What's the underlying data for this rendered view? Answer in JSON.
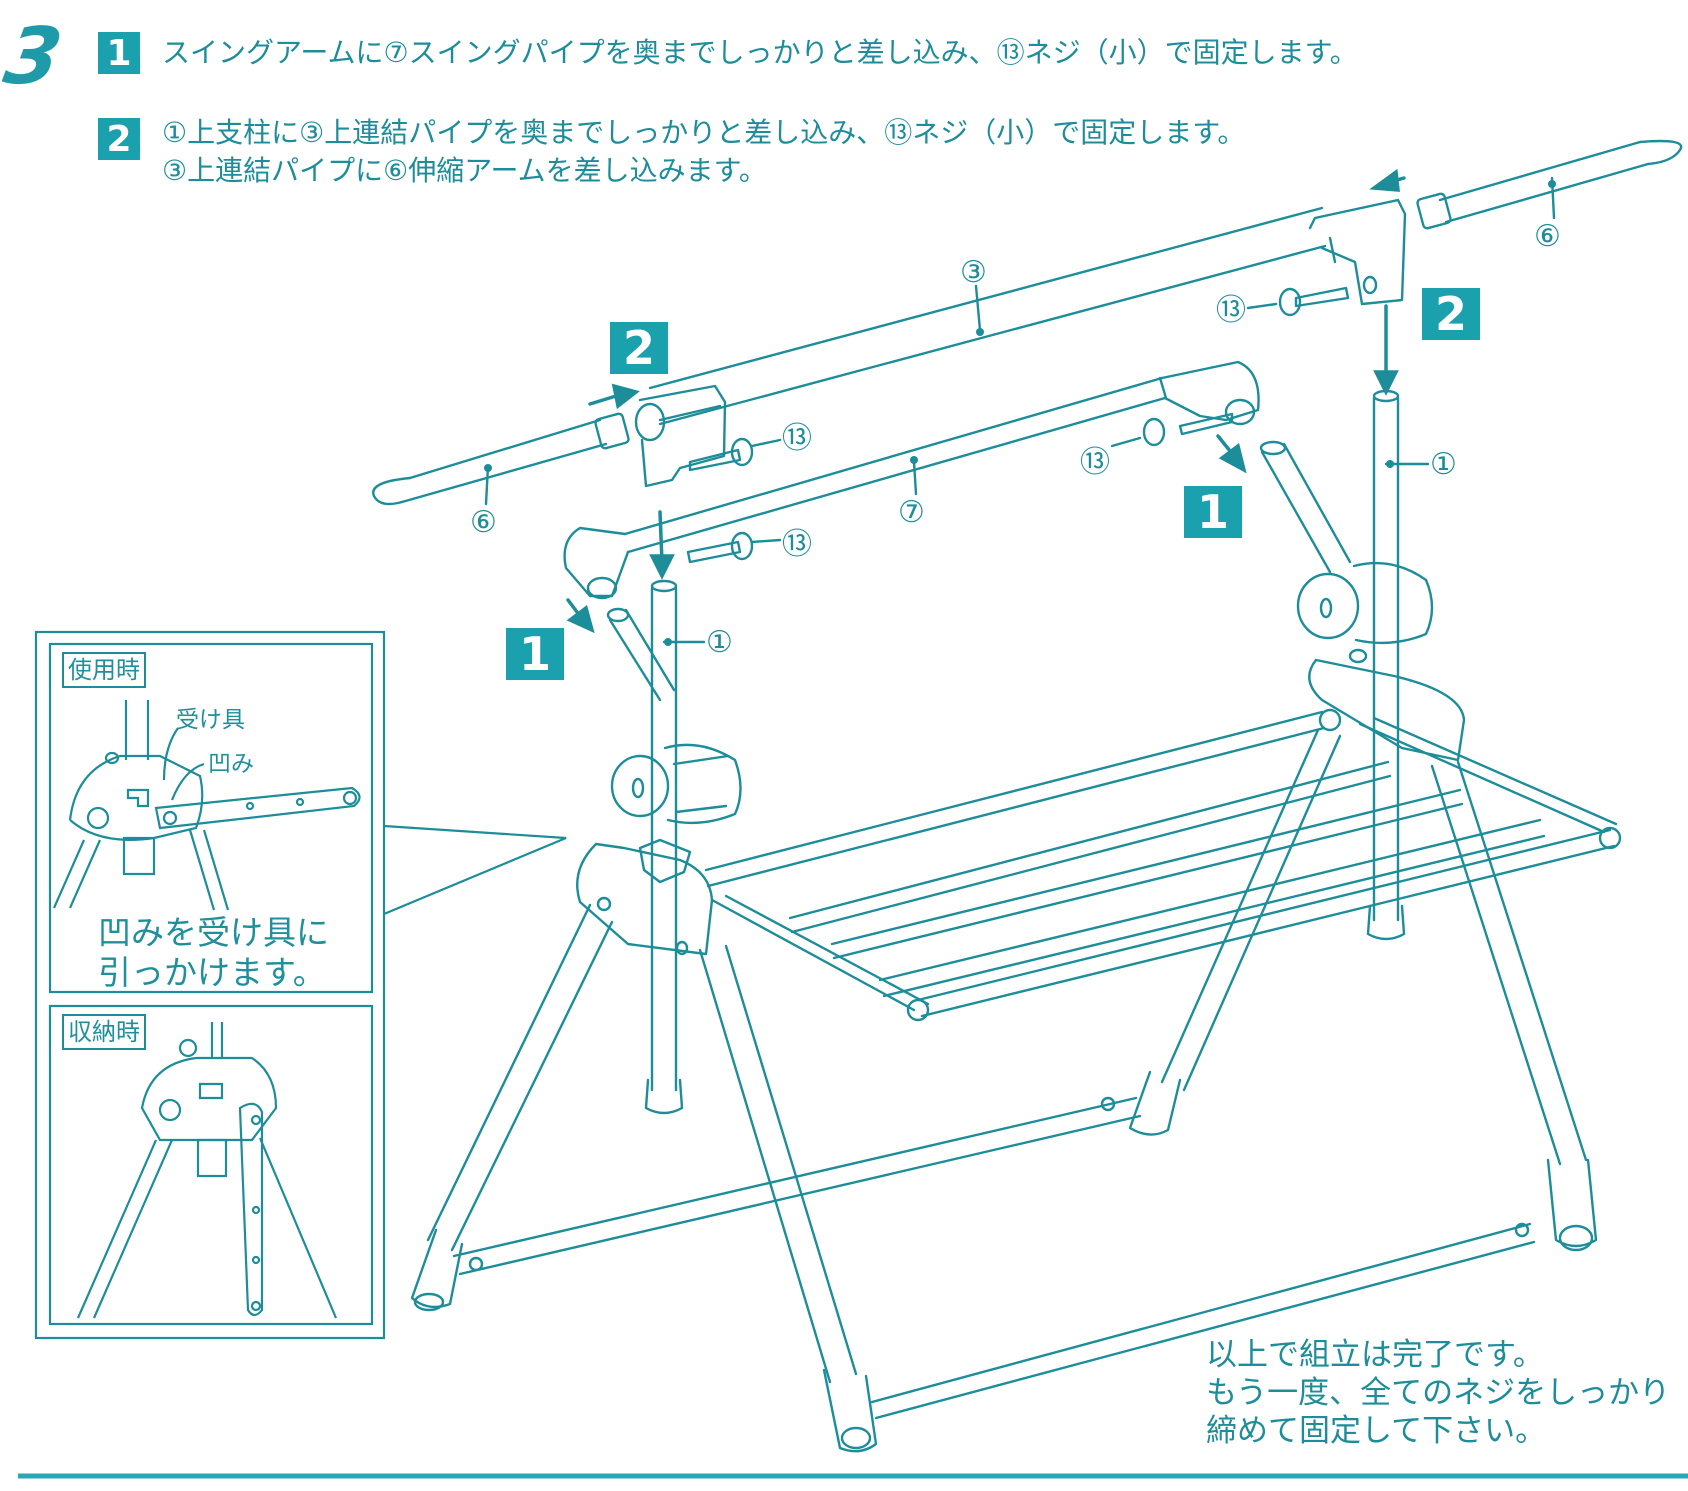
{
  "step_number": "3",
  "instructions": [
    {
      "badge": "1",
      "text": "スイングアームに⑦スイングパイプを奥までしっかりと差し込み、⑬ネジ（小）で固定します。"
    },
    {
      "badge": "2",
      "line1": "①上支柱に③上連結パイプを奥までしっかりと差し込み、⑬ネジ（小）で固定します。",
      "line2": "③上連結パイプに⑥伸縮アームを差し込みます。"
    }
  ],
  "callouts": {
    "upper_link_pipe": "③",
    "extend_arm_right": "⑥",
    "extend_arm_left": "⑥",
    "swing_pipe": "⑦",
    "upper_post_left": "①",
    "upper_post_right": "①",
    "screw_right_top": "⑬",
    "screw_left_top": "⑬",
    "screw_swing_right": "⑬",
    "screw_swing_left": "⑬"
  },
  "diagram_badges": {
    "badge_2_left": "2",
    "badge_2_right": "2",
    "badge_1_left": "1",
    "badge_1_right": "1"
  },
  "inset": {
    "in_use_label": "使用時",
    "receiver_label": "受け具",
    "notch_label": "凹み",
    "caption_line1": "凹みを受け具に",
    "caption_line2": "引っかけます。",
    "storage_label": "収納時"
  },
  "final_note": {
    "line1": "以上で組立は完了です。",
    "line2": "もう一度、全てのネジをしっかり",
    "line3": "締めて固定して下さい。"
  },
  "colors": {
    "accent": "#1ba1ad",
    "line": "#1d8d9a",
    "rule": "#2aa7b3"
  }
}
